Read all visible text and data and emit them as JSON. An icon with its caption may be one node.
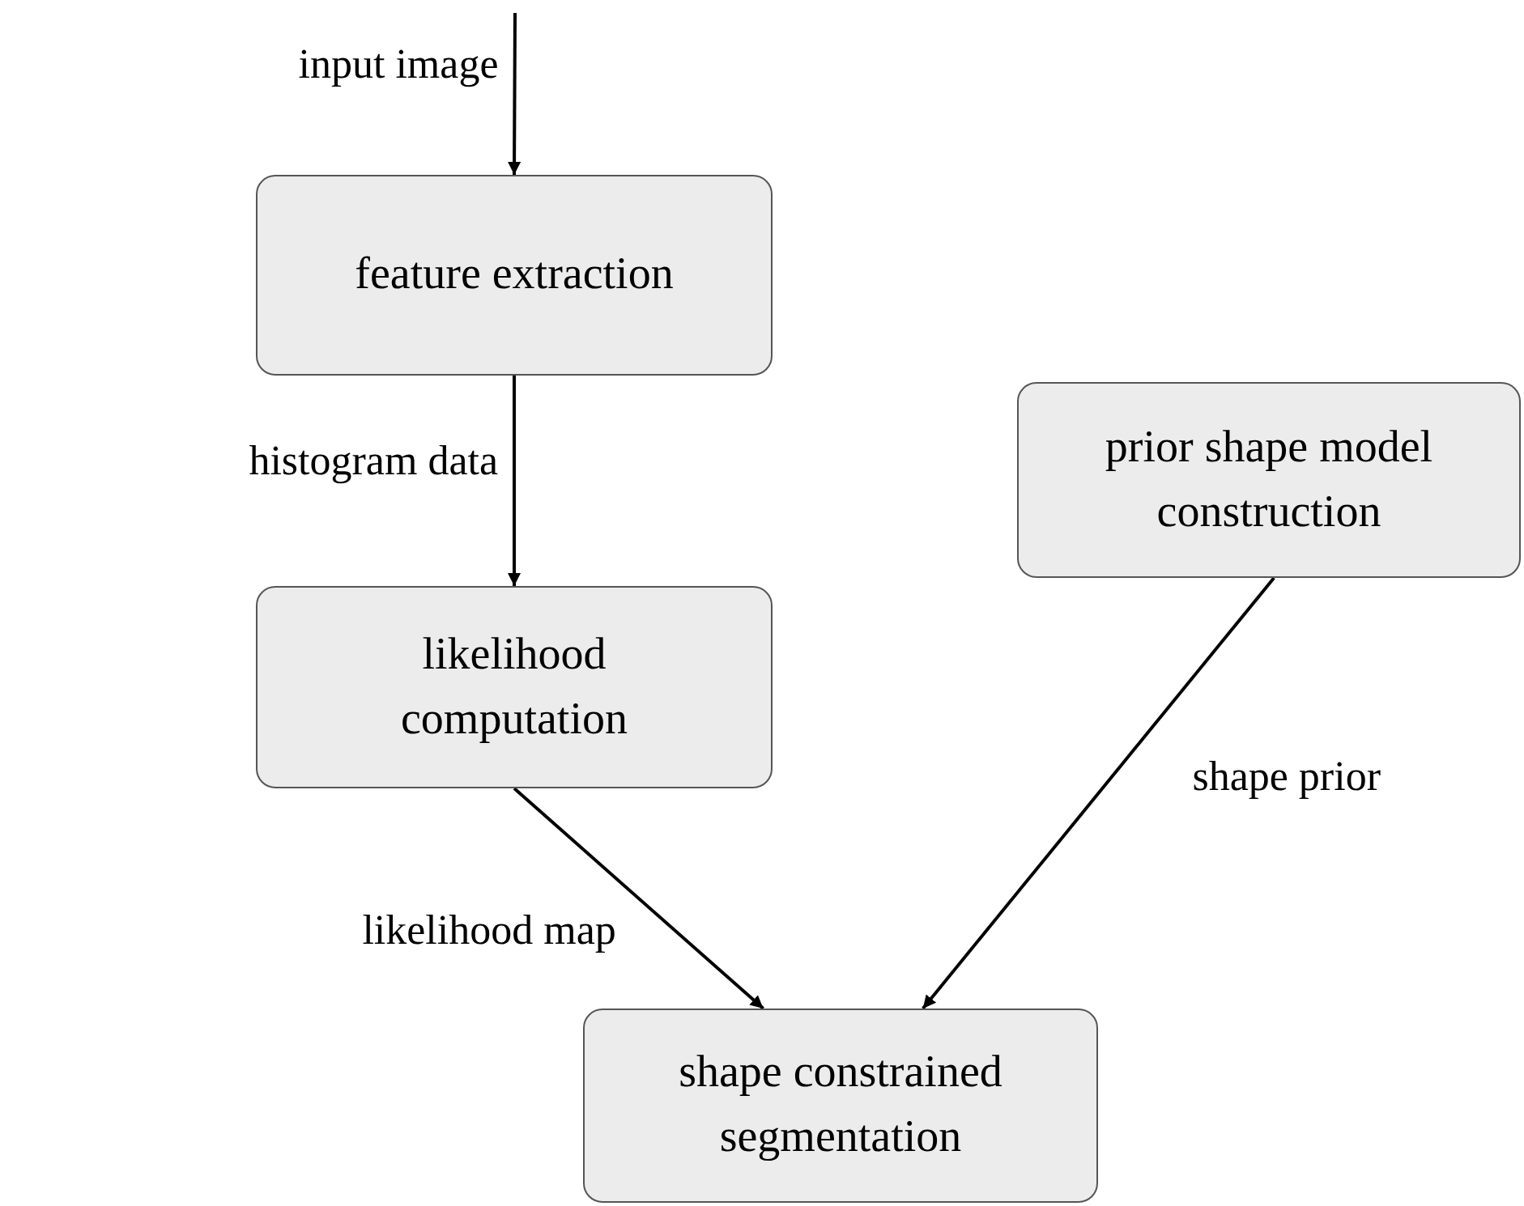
{
  "diagram": {
    "nodes": [
      {
        "text": [
          "feature extraction"
        ]
      },
      {
        "text": [
          "likelihood computation"
        ]
      },
      {
        "text": [
          "prior shape model construction"
        ]
      },
      {
        "text": [
          "shape constrained segmentation"
        ]
      }
    ],
    "edges": [
      {
        "from": null,
        "to": 0,
        "arrow": "to",
        "label": "input image"
      },
      {
        "from": 0,
        "to": 1,
        "arrow": "to",
        "label": "histogram data"
      },
      {
        "from": 1,
        "to": 3,
        "arrow": "to",
        "label": "likelihood map"
      },
      {
        "from": 2,
        "to": 3,
        "arrow": "to",
        "label": "shape prior"
      }
    ]
  }
}
